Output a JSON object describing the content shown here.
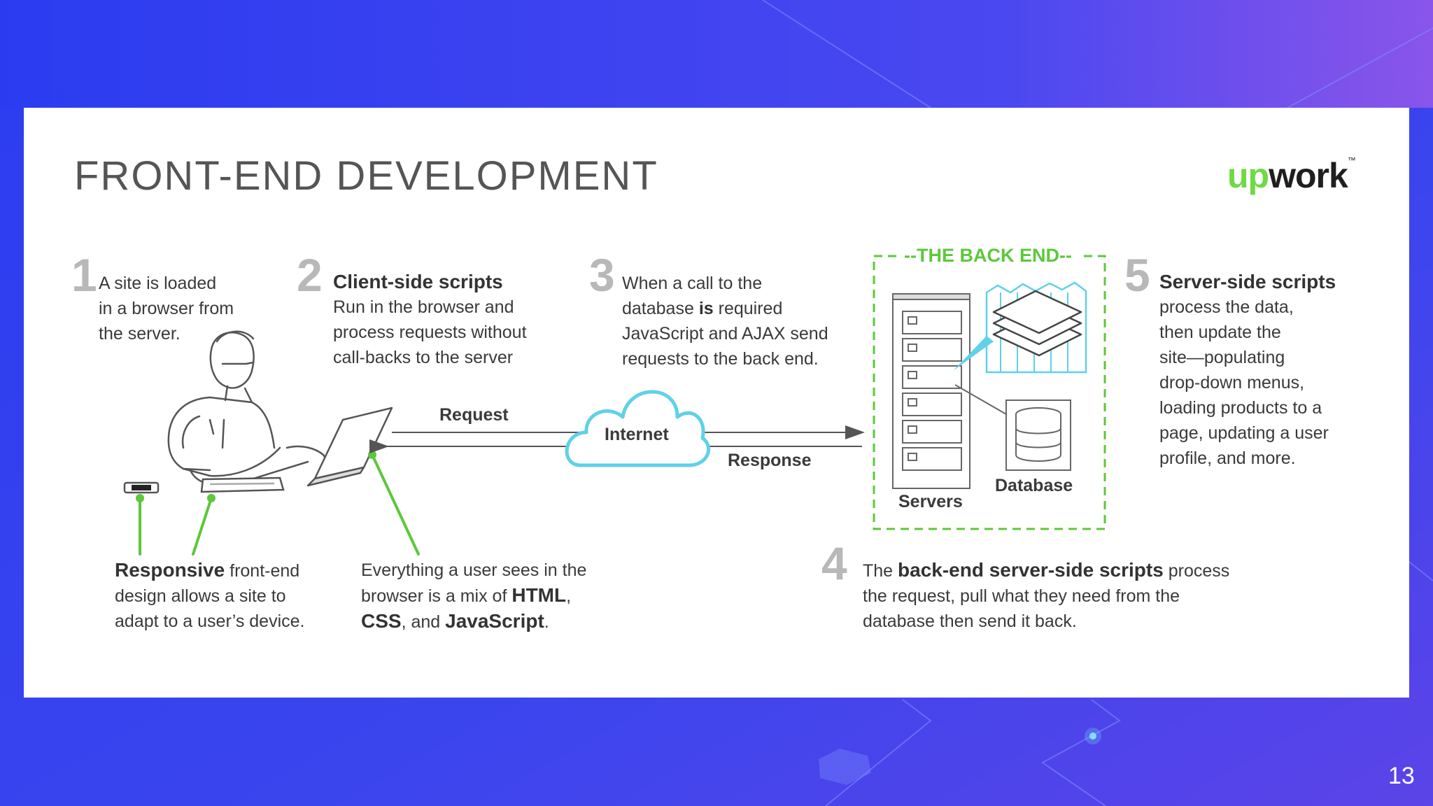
{
  "slide": {
    "title": "FRONT-END DEVELOPMENT",
    "page_number": "13",
    "colors": {
      "background": "#3344ee",
      "card": "#ffffff",
      "accent_green": "#5cc83a",
      "cloud_blue": "#5fd1e8"
    }
  },
  "logo": {
    "up": "up",
    "rest": "work",
    "tm": "™"
  },
  "steps": [
    {
      "num": "1",
      "lines": [
        "A site is loaded",
        "in a browser from",
        "the server."
      ]
    },
    {
      "num": "2",
      "heading": "Client-side scripts",
      "lines": [
        "Run in the browser and",
        "process requests without",
        "call-backs to the server"
      ]
    },
    {
      "num": "3",
      "line1_pre": "When a call to the",
      "line2_pre": "database ",
      "line2_bold": "is",
      "line2_post": " required",
      "line3": "JavaScript and AJAX send",
      "line4": "requests to the back end."
    },
    {
      "num": "4",
      "pre": "The ",
      "bold": "back-end server-side scripts",
      "post": " process",
      "line2": "the request, pull what they need from the",
      "line3": "database then send it back."
    },
    {
      "num": "5",
      "heading": "Server-side scripts",
      "lines": [
        "process the data,",
        "then update the",
        "site—populating",
        "drop-down menus,",
        "loading products to a",
        "page, updating a user",
        "profile, and more."
      ]
    }
  ],
  "notes": {
    "responsive": {
      "bold": "Responsive",
      "line1_post": " front-end",
      "line2": "design allows a site to",
      "line3": "adapt to a user’s device."
    },
    "mix": {
      "line1": "Everything a user sees in the",
      "line2_pre": "browser is a mix of ",
      "line2_bold": "HTML",
      "line2_post": ",",
      "line3_bold1": "CSS",
      "line3_mid": ", and ",
      "line3_bold2": "JavaScript",
      "line3_post": "."
    }
  },
  "diagram": {
    "request": "Request",
    "response": "Response",
    "internet": "Internet",
    "backend_title": "--THE BACK END--",
    "servers": "Servers",
    "database": "Database",
    "icons": [
      "developer-illustration",
      "laptop-icon",
      "phone-icon",
      "tablet-icon",
      "cloud-icon",
      "server-rack-icon",
      "database-icon",
      "layers-icon"
    ]
  }
}
